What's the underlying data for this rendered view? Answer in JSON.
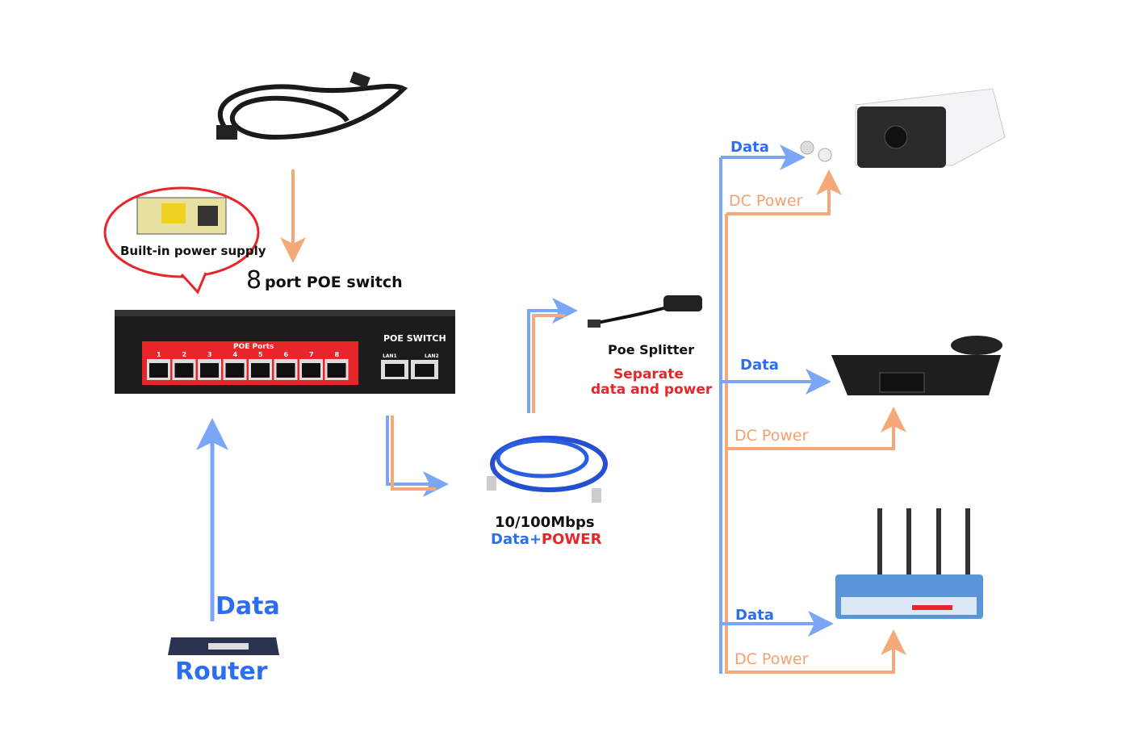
{
  "labels": {
    "built_in_power_supply": "Built-in power supply",
    "switch_title_number": "8",
    "switch_title_rest": "port POE switch",
    "switch_brand": "POE SWITCH",
    "poe_ports": "POE Ports",
    "port_numbers": [
      "1",
      "2",
      "3",
      "4",
      "5",
      "6",
      "7",
      "8"
    ],
    "lan1": "LAN1",
    "lan2": "LAN2",
    "router_data": "Data",
    "router": "Router",
    "cable_speed": "10/100Mbps",
    "cable_data": "Data+",
    "cable_power": "POWER",
    "splitter_name": "Poe Splitter",
    "splitter_desc_1": "Separate",
    "splitter_desc_2": "data and power",
    "camera_data": "Data",
    "camera_dc": "DC Power",
    "phone_data": "Data",
    "phone_dc": "DC Power",
    "ap_data": "Data",
    "ap_dc": "DC Power"
  },
  "colors": {
    "data_blue": "#2b6ef0",
    "data_line": "#7aa6f5",
    "power_orange": "#f5a878",
    "switch_red": "#e8262a"
  }
}
